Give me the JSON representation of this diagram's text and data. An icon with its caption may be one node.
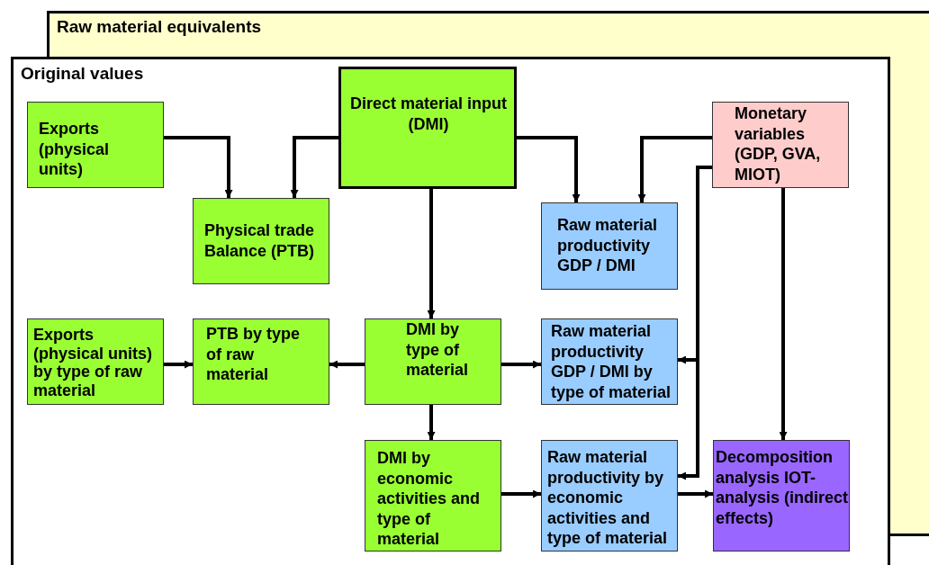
{
  "diagram": {
    "nodes": [
      {
        "text": [
          "Raw material equivalents"
        ]
      },
      {
        "text": [
          "Original values"
        ]
      },
      {
        "text": [
          "Exports (physical units)"
        ],
        "in": 1
      },
      {
        "text": [
          "Direct material input (DMI)"
        ],
        "in": 1
      },
      {
        "text": [
          "Monetary variables (GDP, GVA, MIOT)"
        ],
        "in": 1
      },
      {
        "text": [
          "Physical trade Balance (PTB)"
        ],
        "in": 1
      },
      {
        "text": [
          "Raw material productivity GDP / DMI"
        ],
        "in": 1
      },
      {
        "text": [
          "Exports (physical units) by type of raw material"
        ],
        "in": 1
      },
      {
        "text": [
          "PTB by type of raw material"
        ],
        "in": 1
      },
      {
        "text": [
          "DMI by type of material"
        ],
        "in": 1
      },
      {
        "text": [
          "Raw material productivity GDP / DMI by type of material"
        ],
        "in": 1
      },
      {
        "text": [
          "DMI by economic activities and type of material"
        ],
        "in": 1
      },
      {
        "text": [
          "Raw material productivity by economic activities and type of material"
        ],
        "in": 1
      },
      {
        "text": [
          "Decomposition analysis IOT-analysis (indirect effects)"
        ],
        "in": 1
      }
    ],
    "edges": [
      {
        "from": 2,
        "to": 5,
        "arrow": "to"
      },
      {
        "from": 3,
        "to": 5,
        "arrow": "to"
      },
      {
        "from": 3,
        "to": 6,
        "arrow": "to"
      },
      {
        "from": 4,
        "to": 6,
        "arrow": "to"
      },
      {
        "from": 4,
        "to": 10,
        "arrow": "to"
      },
      {
        "from": 4,
        "to": 12,
        "arrow": "to"
      },
      {
        "from": 4,
        "to": 13,
        "arrow": "to"
      },
      {
        "from": 3,
        "to": 9,
        "arrow": "to"
      },
      {
        "from": 7,
        "to": 8,
        "arrow": "to"
      },
      {
        "from": 9,
        "to": 8,
        "arrow": "to"
      },
      {
        "from": 9,
        "to": 10,
        "arrow": "to"
      },
      {
        "from": 9,
        "to": 11,
        "arrow": "to"
      },
      {
        "from": 11,
        "to": 12,
        "arrow": "to"
      },
      {
        "from": 12,
        "to": 13,
        "arrow": "to"
      }
    ]
  }
}
